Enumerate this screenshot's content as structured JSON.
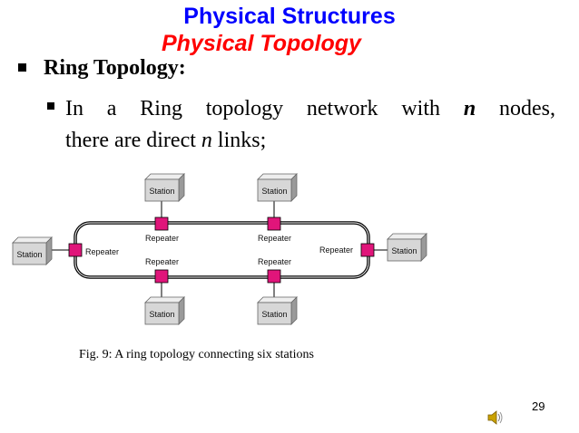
{
  "slide": {
    "title": "Physical Structures",
    "subtitle": "Physical Topology",
    "bullet1": "Ring Topology:",
    "bullet2": {
      "t1": "In a Ring topology network with ",
      "n1": "n",
      "t2": " nodes,",
      "t3": "there are direct ",
      "n2": "n",
      "t4": " links;"
    },
    "caption": "Fig. 9: A ring topology connecting six stations",
    "page_number": "29"
  },
  "diagram": {
    "station_label": "Station",
    "repeater_label": "Repeater",
    "repeater_color": "#e0157a",
    "station_fill": "#d7d7d7",
    "ring_stroke": "#000000"
  },
  "icons": {
    "speaker": "speaker-icon"
  }
}
